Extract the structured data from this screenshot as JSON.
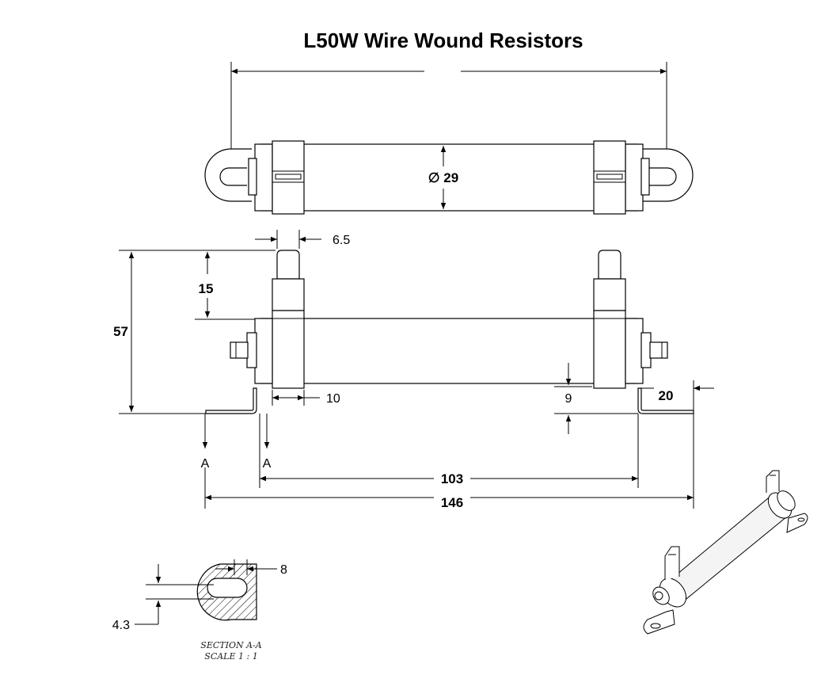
{
  "title": "L50W Wire Wound Resistors",
  "dimensions": {
    "diameter": "∅ 29",
    "tab_width": "6.5",
    "tab_height": "15",
    "total_height": "57",
    "clamp_width": "10",
    "base_offset": "9",
    "foot_length": "20",
    "mount_pitch": "103",
    "overall_length": "146",
    "slot_width": "8",
    "slot_height": "4.3"
  },
  "section_markers": [
    "A",
    "A"
  ],
  "section_caption": {
    "line1": "SECTION A-A",
    "line2": "SCALE 1 : 1"
  }
}
